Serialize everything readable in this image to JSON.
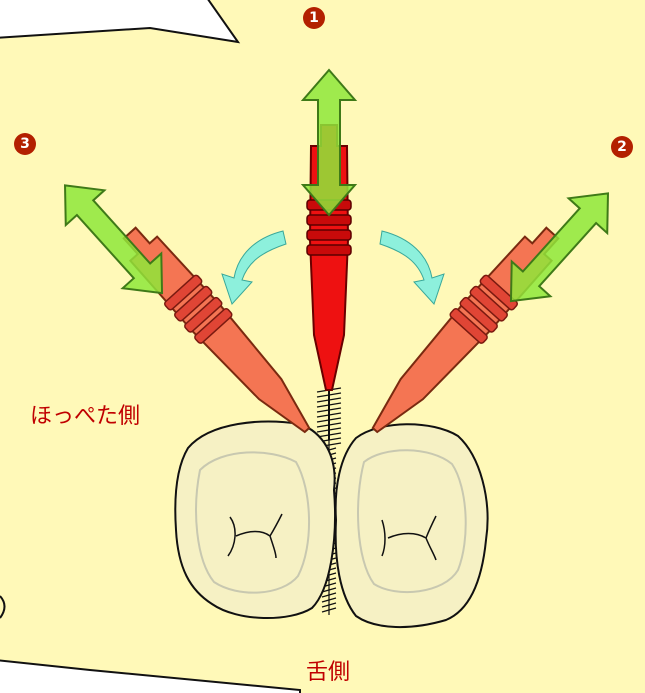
{
  "markers": {
    "one": "1",
    "two": "2",
    "three": "3"
  },
  "labels": {
    "cheek_side": "ほっぺた側",
    "tongue_side": "舌側"
  },
  "colors": {
    "background": "#fff9b8",
    "arrow_green": "#8ee83a",
    "brush_red": "#ee1111",
    "brush_coral": "#f47553",
    "curve_arrow": "#8df0dc",
    "tooth_fill": "#f6f1c4",
    "label_red": "#c00000",
    "marker": "#b32000"
  }
}
